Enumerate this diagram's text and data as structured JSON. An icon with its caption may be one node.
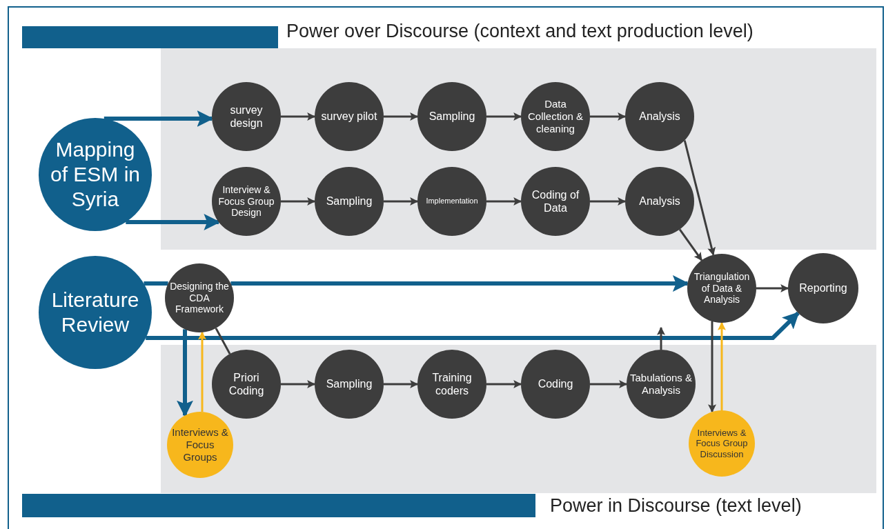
{
  "diagram": {
    "nodes": [
      {
        "text": [
          "Mapping of ESM in Syria"
        ]
      },
      {
        "text": [
          "survey design"
        ]
      },
      {
        "text": [
          "survey pilot"
        ]
      },
      {
        "text": [
          "Sampling"
        ]
      },
      {
        "text": [
          "Data Collection & cleaning"
        ]
      },
      {
        "text": [
          "Analysis"
        ]
      },
      {
        "text": [
          "Interview & Focus Group Design"
        ]
      },
      {
        "text": [
          "Sampling"
        ]
      },
      {
        "text": [
          "Implementation"
        ]
      },
      {
        "text": [
          "Coding of Data"
        ]
      },
      {
        "text": [
          "Analysis"
        ]
      },
      {
        "text": [
          "Literature Review"
        ]
      },
      {
        "text": [
          "Designing the CDA Framework"
        ]
      },
      {
        "text": [
          "Triangulation of Data & Analysis"
        ]
      },
      {
        "text": [
          "Reporting"
        ]
      },
      {
        "text": [
          "Priori Coding"
        ]
      },
      {
        "text": [
          "Sampling"
        ]
      },
      {
        "text": [
          "Training coders"
        ]
      },
      {
        "text": [
          "Coding"
        ]
      },
      {
        "text": [
          "Tabulations & Analysis"
        ]
      },
      {
        "text": [
          "Interviews & Focus Groups"
        ]
      },
      {
        "text": [
          "Interviews & Focus Group Discussion"
        ]
      }
    ],
    "edges": [
      {
        "from": 0,
        "to": 1,
        "arrow": "to",
        "style": "thick",
        "color": "#11608c"
      },
      {
        "from": 0,
        "to": 6,
        "arrow": "to",
        "style": "thick",
        "color": "#11608c"
      },
      {
        "from": 1,
        "to": 2,
        "arrow": "to"
      },
      {
        "from": 2,
        "to": 3,
        "arrow": "to"
      },
      {
        "from": 3,
        "to": 4,
        "arrow": "to"
      },
      {
        "from": 4,
        "to": 5,
        "arrow": "to"
      },
      {
        "from": 6,
        "to": 7,
        "arrow": "to"
      },
      {
        "from": 7,
        "to": 8,
        "arrow": "to"
      },
      {
        "from": 8,
        "to": 9,
        "arrow": "to"
      },
      {
        "from": 9,
        "to": 10,
        "arrow": "to"
      },
      {
        "from": 5,
        "to": 13,
        "arrow": "to"
      },
      {
        "from": 10,
        "to": 13,
        "arrow": "to"
      },
      {
        "from": 11,
        "to": 12,
        "arrow": "none",
        "style": "thick",
        "color": "#11608c"
      },
      {
        "from": 12,
        "to": 13,
        "arrow": "to",
        "style": "thick",
        "color": "#11608c"
      },
      {
        "from": 11,
        "to": 14,
        "arrow": "to",
        "style": "thick",
        "color": "#11608c"
      },
      {
        "from": 12,
        "to": 20,
        "arrow": "to",
        "style": "thick",
        "color": "#11608c"
      },
      {
        "from": 20,
        "to": 12,
        "arrow": "to",
        "color": "#f7b71c"
      },
      {
        "from": 12,
        "to": 15,
        "arrow": "none"
      },
      {
        "from": 15,
        "to": 16,
        "arrow": "to"
      },
      {
        "from": 16,
        "to": 17,
        "arrow": "to"
      },
      {
        "from": 17,
        "to": 18,
        "arrow": "to"
      },
      {
        "from": 18,
        "to": 19,
        "arrow": "to"
      },
      {
        "from": 19,
        "to": null,
        "arrow": "to"
      },
      {
        "from": 13,
        "to": 21,
        "arrow": "to"
      },
      {
        "from": 21,
        "to": 13,
        "arrow": "to",
        "color": "#f7b71c"
      },
      {
        "from": 13,
        "to": 14,
        "arrow": "to"
      }
    ],
    "labels": [
      "Power over Discourse (context and text production level)",
      "Power in Discourse (text level)"
    ]
  }
}
